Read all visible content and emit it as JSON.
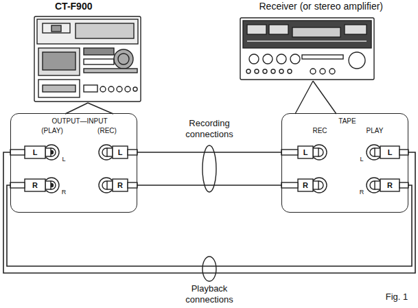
{
  "diagram": {
    "nodes": [
      {
        "text": [
          "CT-F900"
        ]
      },
      {
        "text": [
          "Receiver (or stereo amplifier)"
        ]
      },
      {
        "text": [
          "OUTPUT—INPUT",
          "(PLAY)",
          "(REC)"
        ]
      },
      {
        "text": [
          "TAPE",
          "REC",
          "PLAY"
        ]
      }
    ],
    "edges": [
      {
        "from": 3,
        "to": 2,
        "arrow": "none",
        "label": "Recording connections"
      },
      {
        "from": 3,
        "to": 2,
        "arrow": "none"
      },
      {
        "from": 2,
        "to": 3,
        "arrow": "none",
        "label": "Playback connections"
      },
      {
        "from": 2,
        "to": 3,
        "arrow": "none"
      }
    ],
    "labels": [
      "L",
      "R",
      "L",
      "R",
      "L",
      "R",
      "L",
      "R",
      "L",
      "R",
      "L",
      "R",
      "Fig. 1"
    ]
  }
}
